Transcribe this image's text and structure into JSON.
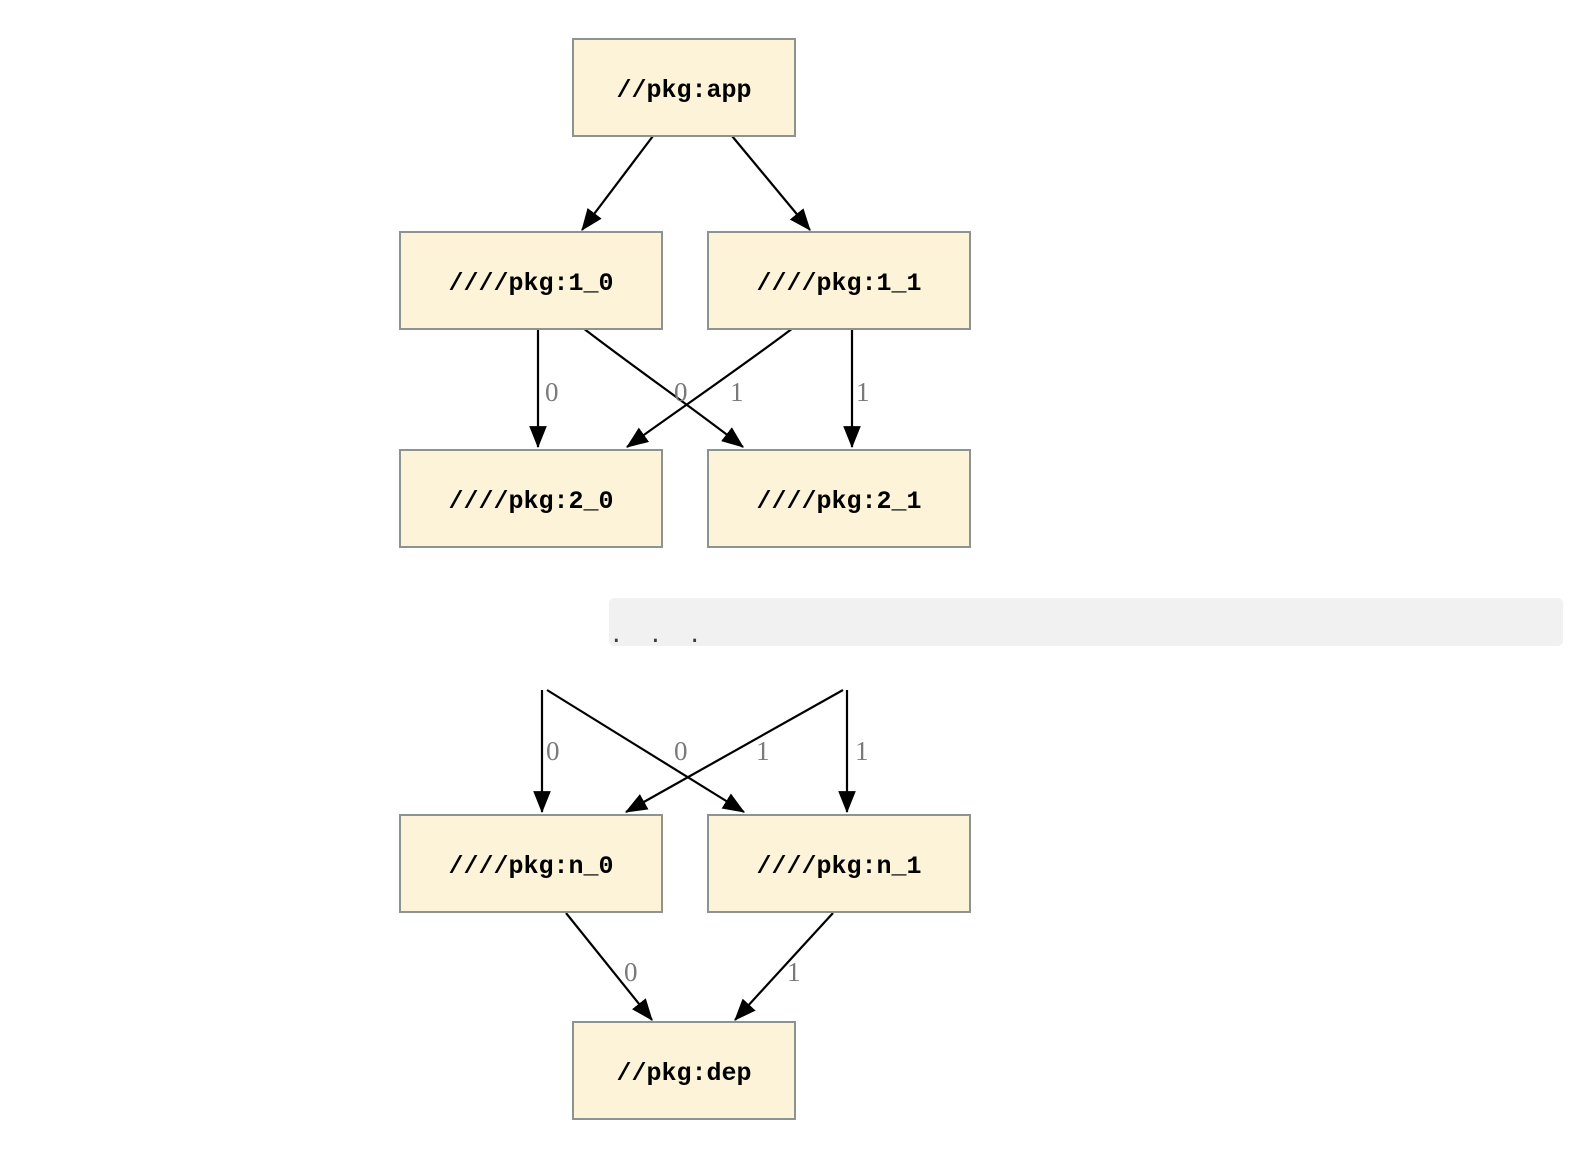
{
  "diagram": {
    "nodes": [
      {
        "id": "app",
        "label": "//pkg:app"
      },
      {
        "id": "1_0",
        "label": "////pkg:1_0"
      },
      {
        "id": "1_1",
        "label": "////pkg:1_1"
      },
      {
        "id": "2_0",
        "label": "////pkg:2_0"
      },
      {
        "id": "2_1",
        "label": "////pkg:2_1"
      },
      {
        "id": "n_0",
        "label": "////pkg:n_0"
      },
      {
        "id": "n_1",
        "label": "////pkg:n_1"
      },
      {
        "id": "dep",
        "label": "//pkg:dep"
      }
    ],
    "ellipsis_text": ". . .",
    "edge_labels": {
      "row1_to_row2": [
        "0",
        "0",
        "1",
        "1"
      ],
      "dots_to_rown": [
        "0",
        "0",
        "1",
        "1"
      ],
      "rown_to_dep": [
        "0",
        "1"
      ]
    },
    "colors": {
      "background": "#ffffff",
      "node_fill": "#fcf3d8",
      "node_border": "#8d9390",
      "node_text": "#000000",
      "edge": "#000000",
      "edge_label": "#7a7a7a",
      "ellipsis_bar_fill": "#f1f1f1",
      "ellipsis_dots": "#3c3c3c"
    }
  }
}
